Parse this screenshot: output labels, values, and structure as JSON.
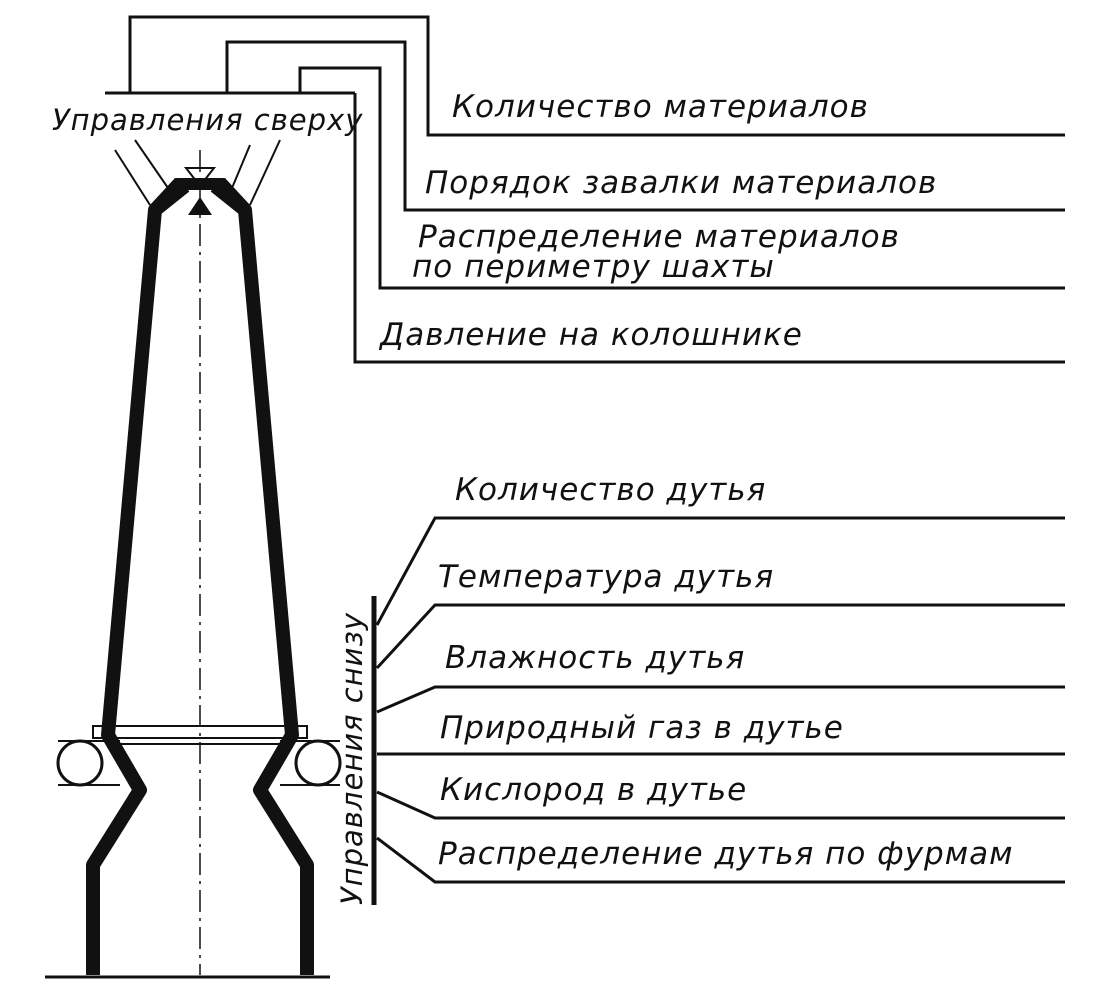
{
  "top": {
    "group_label": "Управления сверху",
    "items": [
      "Количество материалов",
      "Порядок завалки материалов",
      "Распределение материалов",
      "по периметру шахты",
      "Давление на колошнике"
    ]
  },
  "bottom": {
    "group_label": "Управления снизу",
    "items": [
      "Количество дутья",
      "Температура дутья",
      "Влажность дутья",
      "Природный газ в дутье",
      "Кислород в дутье",
      "Распределение дутья по фурмам"
    ]
  }
}
